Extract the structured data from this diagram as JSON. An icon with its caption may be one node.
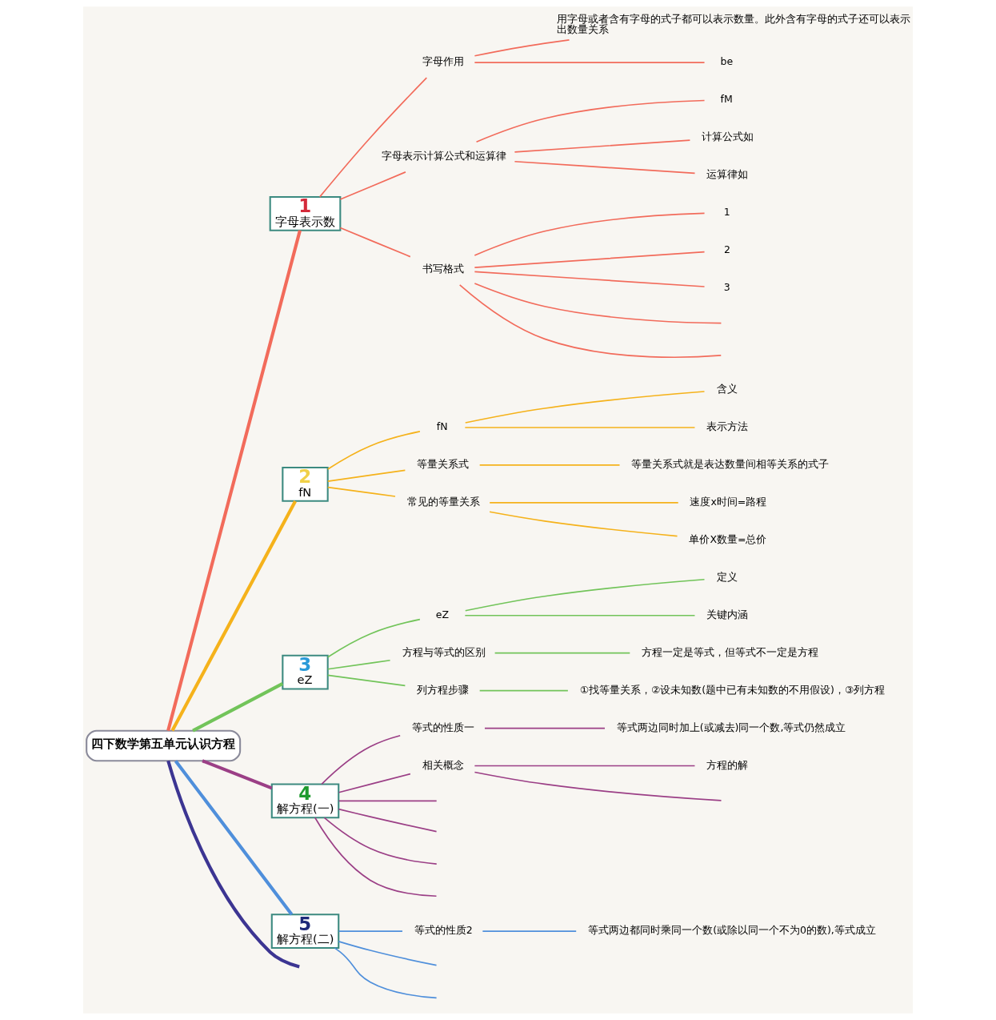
{
  "diagram": {
    "nodes": [
      {
        "text": [
          "四下数学第五单元认识方程"
        ]
      },
      {
        "text": [
          "1",
          "字母表示数"
        ]
      },
      {
        "text": [
          "字母作用"
        ]
      },
      {
        "text": [
          "用字母或者含有字母的式子都可以表示数量。此外含有字母的式子还可以表示出数量关系"
        ]
      },
      {
        "text": [
          "be"
        ]
      },
      {
        "text": [
          "字母表示计算公式和运算律"
        ]
      },
      {
        "text": [
          "fM"
        ]
      },
      {
        "text": [
          "计算公式如"
        ]
      },
      {
        "text": [
          "运算律如"
        ]
      },
      {
        "text": [
          "书写格式"
        ]
      },
      {
        "text": [
          "1"
        ]
      },
      {
        "text": [
          "2"
        ]
      },
      {
        "text": [
          "3"
        ]
      },
      {
        "text": [
          "2",
          "fN"
        ]
      },
      {
        "text": [
          "fN"
        ]
      },
      {
        "text": [
          "含义"
        ]
      },
      {
        "text": [
          "表示方法"
        ]
      },
      {
        "text": [
          "等量关系式"
        ]
      },
      {
        "text": [
          "等量关系式就是表达数量间相等关系的式子"
        ]
      },
      {
        "text": [
          "常见的等量关系"
        ]
      },
      {
        "text": [
          "速度x时间=路程"
        ]
      },
      {
        "text": [
          "单价X数量=总价"
        ]
      },
      {
        "text": [
          "3",
          "eZ"
        ]
      },
      {
        "text": [
          "eZ"
        ]
      },
      {
        "text": [
          "定义"
        ]
      },
      {
        "text": [
          "关键内涵"
        ]
      },
      {
        "text": [
          "方程与等式的区别"
        ]
      },
      {
        "text": [
          "方程一定是等式，但等式不一定是方程"
        ]
      },
      {
        "text": [
          "列方程步骤"
        ]
      },
      {
        "text": [
          "①找等量关系，②设未知数(题中已有未知数的不用假设)，③列方程"
        ]
      },
      {
        "text": [
          "4",
          "解方程(一)"
        ]
      },
      {
        "text": [
          "等式的性质一"
        ]
      },
      {
        "text": [
          "等式两边同时加上(或减去)同一个数,等式仍然成立"
        ]
      },
      {
        "text": [
          "相关概念"
        ]
      },
      {
        "text": [
          "方程的解"
        ]
      },
      {
        "text": [
          "5",
          "解方程(二)"
        ]
      },
      {
        "text": [
          "等式的性质2"
        ]
      },
      {
        "text": [
          "等式两边都同时乘同一个数(或除以同一个不为0的数),等式成立"
        ]
      }
    ],
    "edges": [
      {
        "from": 0,
        "to": 1,
        "arrow": "none",
        "style": "thick"
      },
      {
        "from": 1,
        "to": 2,
        "arrow": "none"
      },
      {
        "from": 2,
        "to": 3,
        "arrow": "none"
      },
      {
        "from": 2,
        "to": 4,
        "arrow": "none"
      },
      {
        "from": 1,
        "to": 5,
        "arrow": "none"
      },
      {
        "from": 5,
        "to": 6,
        "arrow": "none"
      },
      {
        "from": 5,
        "to": 7,
        "arrow": "none"
      },
      {
        "from": 5,
        "to": 8,
        "arrow": "none"
      },
      {
        "from": 1,
        "to": 9,
        "arrow": "none"
      },
      {
        "from": 9,
        "to": 10,
        "arrow": "none"
      },
      {
        "from": 9,
        "to": 11,
        "arrow": "none"
      },
      {
        "from": 9,
        "to": 12,
        "arrow": "none"
      },
      {
        "from": 9,
        "to": null,
        "arrow": "none"
      },
      {
        "from": 9,
        "to": null,
        "arrow": "none"
      },
      {
        "from": 0,
        "to": 13,
        "arrow": "none",
        "style": "thick",
        "color": "#f5b21b"
      },
      {
        "from": 13,
        "to": 14,
        "arrow": "none",
        "color": "#f5b21b"
      },
      {
        "from": 14,
        "to": 15,
        "arrow": "none",
        "color": "#f5b21b"
      },
      {
        "from": 14,
        "to": 16,
        "arrow": "none",
        "color": "#f5b21b"
      },
      {
        "from": 13,
        "to": 17,
        "arrow": "none",
        "color": "#f5b21b"
      },
      {
        "from": 17,
        "to": 18,
        "arrow": "none",
        "color": "#f5b21b"
      },
      {
        "from": 13,
        "to": 19,
        "arrow": "none",
        "color": "#f5b21b"
      },
      {
        "from": 19,
        "to": 20,
        "arrow": "none",
        "color": "#f5b21b"
      },
      {
        "from": 19,
        "to": 21,
        "arrow": "none",
        "color": "#f5b21b"
      },
      {
        "from": 0,
        "to": 22,
        "arrow": "none",
        "style": "thick",
        "color": "#72c45a"
      },
      {
        "from": 22,
        "to": 23,
        "arrow": "none",
        "color": "#72c45a"
      },
      {
        "from": 23,
        "to": 24,
        "arrow": "none",
        "color": "#72c45a"
      },
      {
        "from": 23,
        "to": 25,
        "arrow": "none",
        "color": "#72c45a"
      },
      {
        "from": 22,
        "to": 26,
        "arrow": "none",
        "color": "#72c45a"
      },
      {
        "from": 26,
        "to": 27,
        "arrow": "none",
        "color": "#72c45a"
      },
      {
        "from": 22,
        "to": 28,
        "arrow": "none",
        "color": "#72c45a"
      },
      {
        "from": 28,
        "to": 29,
        "arrow": "none",
        "color": "#72c45a"
      },
      {
        "from": 0,
        "to": 30,
        "arrow": "none",
        "style": "thick",
        "color": "#9b3f86"
      },
      {
        "from": 30,
        "to": 31,
        "arrow": "none",
        "color": "#9b3f86"
      },
      {
        "from": 31,
        "to": 32,
        "arrow": "none",
        "color": "#9b3f86"
      },
      {
        "from": 30,
        "to": 33,
        "arrow": "none",
        "color": "#9b3f86"
      },
      {
        "from": 33,
        "to": 34,
        "arrow": "none",
        "color": "#9b3f86"
      },
      {
        "from": 33,
        "to": null,
        "arrow": "none",
        "color": "#9b3f86"
      },
      {
        "from": 30,
        "to": null,
        "arrow": "none",
        "color": "#9b3f86"
      },
      {
        "from": 30,
        "to": null,
        "arrow": "none",
        "color": "#9b3f86"
      },
      {
        "from": 30,
        "to": null,
        "arrow": "none",
        "color": "#9b3f86"
      },
      {
        "from": 30,
        "to": null,
        "arrow": "none",
        "color": "#9b3f86"
      },
      {
        "from": 0,
        "to": 35,
        "arrow": "none",
        "style": "thick",
        "color": "#4f8fdb"
      },
      {
        "from": 35,
        "to": 36,
        "arrow": "none",
        "color": "#4f8fdb"
      },
      {
        "from": 36,
        "to": 37,
        "arrow": "none",
        "color": "#4f8fdb"
      },
      {
        "from": 35,
        "to": null,
        "arrow": "none",
        "color": "#4f8fdb"
      },
      {
        "from": 35,
        "to": null,
        "arrow": "none",
        "color": "#4f8fdb"
      },
      {
        "from": 0,
        "to": null,
        "arrow": "none",
        "style": "thick",
        "color": "#3c3592"
      }
    ]
  }
}
